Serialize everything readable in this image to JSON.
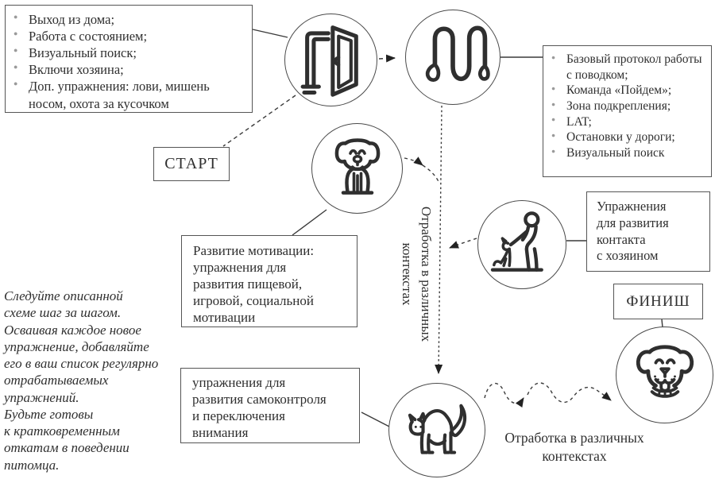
{
  "colors": {
    "ink": "#2f2f2f",
    "line": "#3a3a3a",
    "border": "#555555",
    "bullet": "#9a9a9a",
    "bg": "#ffffff"
  },
  "start_node": {
    "label": "СТАРТ"
  },
  "finish_node": {
    "label": "ФИНИШ"
  },
  "exit_box": {
    "items": [
      "Выход из дома;",
      "Работа с состоянием;",
      "Визуальный поиск;",
      "Включи хозяина;",
      "Доп. упражнения: лови, мишень носом, охота за кусочком"
    ]
  },
  "leash_box": {
    "items": [
      "Базовый протокол работы с поводком;",
      "Команда «Пойдем»;",
      "Зона подкрепления;",
      "LAT;",
      "Остановки у дороги;",
      "Визуальный поиск"
    ]
  },
  "motivation_box": {
    "lines": [
      "Развитие мотивации:",
      "упражнения для",
      "развития пищевой,",
      "игровой, социальной",
      "мотивации"
    ]
  },
  "contact_box": {
    "lines": [
      "Упражнения",
      "для развития",
      "контакта",
      "с хозяином"
    ]
  },
  "self_control_box": {
    "lines": [
      "упражнения для",
      "развития самоконтроля",
      "и переключения",
      "внимания"
    ]
  },
  "side_note": {
    "lines": [
      "Следуйте описанной",
      "схеме шаг за шагом.",
      "Осваивая каждое новое",
      "упражнение, добавляйте",
      "его в ваш список регулярно",
      "отрабатываемых",
      "упражнений.",
      "Будьте готовы",
      "к кратковременным",
      "откатам в поведении",
      "питомца."
    ]
  },
  "vertical_context_label": {
    "lines": [
      "Отработка в различных",
      "контекстах"
    ]
  },
  "bottom_context_label": {
    "lines": [
      "Отработка в различных",
      "контекстах"
    ]
  },
  "icons": {
    "door": "door-open-icon",
    "leash": "leash-icon",
    "puppy": "puppy-icon",
    "person_with_dog": "person-with-dog-icon",
    "cat": "arched-cat-icon",
    "happy_dog": "happy-dog-icon"
  }
}
